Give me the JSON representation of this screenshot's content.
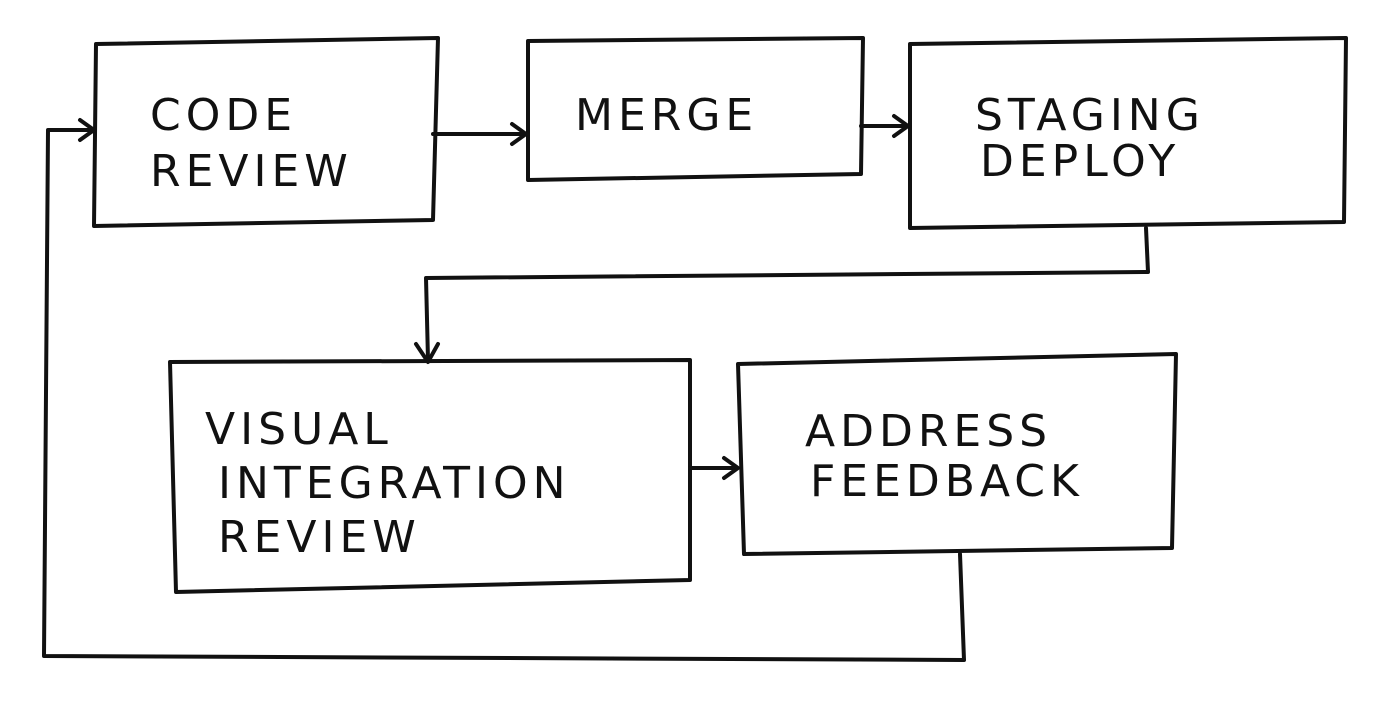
{
  "diagram": {
    "nodes": {
      "code_review": {
        "line1": "CODE",
        "line2": "REVIEW"
      },
      "merge": {
        "line1": "MERGE"
      },
      "staging_deploy": {
        "line1": "STAGING",
        "line2": "DEPLOY"
      },
      "visual_integration_review": {
        "line1": "VISUAL",
        "line2": "INTEGRATION",
        "line3": "REVIEW"
      },
      "address_feedback": {
        "line1": "ADDRESS",
        "line2": "FEEDBACK"
      }
    },
    "edges": [
      {
        "from": "CODE REVIEW",
        "to": "MERGE"
      },
      {
        "from": "MERGE",
        "to": "STAGING DEPLOY"
      },
      {
        "from": "STAGING DEPLOY",
        "to": "VISUAL INTEGRATION REVIEW"
      },
      {
        "from": "VISUAL INTEGRATION REVIEW",
        "to": "ADDRESS FEEDBACK"
      },
      {
        "from": "ADDRESS FEEDBACK",
        "to": "CODE REVIEW"
      }
    ],
    "colors": {
      "ink": "#111111",
      "background": "#ffffff"
    }
  }
}
